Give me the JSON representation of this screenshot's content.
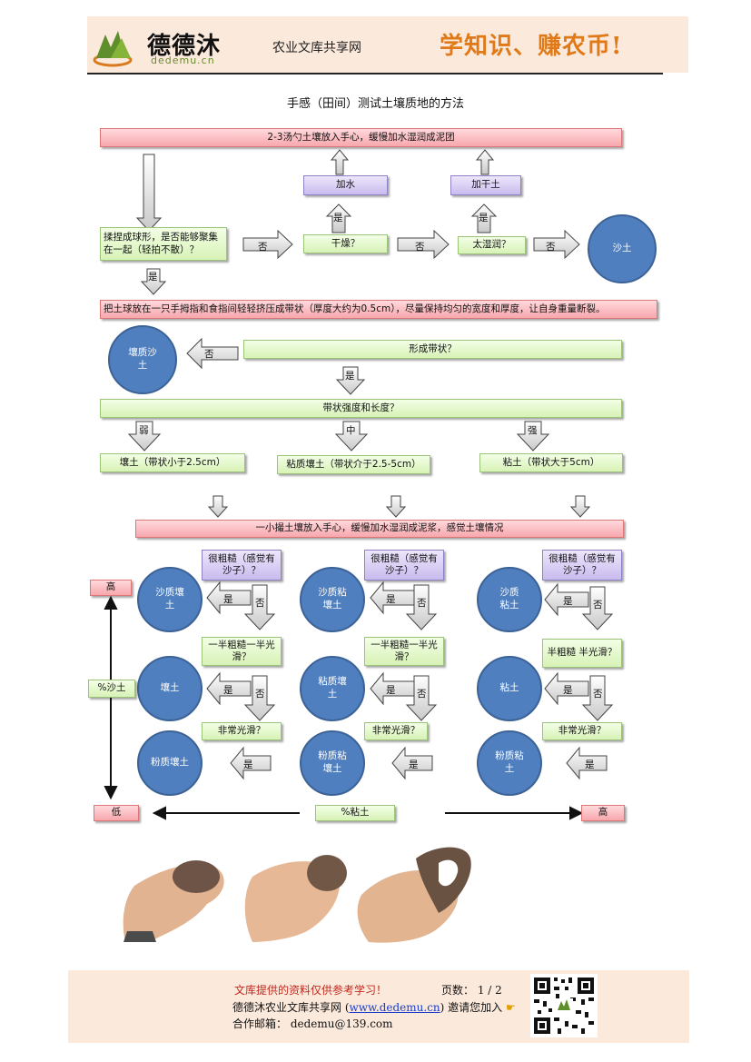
{
  "header": {
    "logo_text": "德德沐",
    "logo_sub": "dedemu.cn",
    "site_name": "农业文库共享网",
    "slogan": "学知识、赚农币!"
  },
  "title": "手感（田间）测试土壤质地的方法",
  "flow": {
    "step1": "2-3汤勺土壤放入手心，缓慢加水湿润成泥团",
    "add_water": "加水",
    "add_soil": "加干土",
    "ball_question": "揉捏成球形，是否能够聚集在一起（轻拍不散）？",
    "too_dry": "干燥？",
    "too_wet": "太湿润？",
    "sand": "沙土",
    "step2": "把土球放在一只手拇指和食指间轻轻挤压成带状（厚度大约为0.5cm），尽量保持均匀的宽度和厚度，让自身重量断裂。",
    "loamy_sand": "壤质沙土",
    "ribbon_question": "形成带状？",
    "ribbon_strength": "带状强度和长度？",
    "weak": "弱",
    "medium": "中",
    "strong": "强",
    "loam_short": "壤土（带状小于2.5cm）",
    "clay_loam_mid": "粘质壤土（带状介于2.5-5cm）",
    "clay_long": "粘土（带状大于5cm）",
    "step3": "一小撮土壤放入手心，缓慢加水湿润成泥浆，感觉土壤情况",
    "gritty_q": "很粗糙（感觉有沙子）？",
    "half_q": "一半粗糙一半光滑？",
    "half_q3": "半粗糙 半光滑？",
    "smooth_q": "非常光滑？",
    "col1": [
      "沙质壤土",
      "壤土",
      "粉质壤土"
    ],
    "col2": [
      "沙质粘壤土",
      "粘质壤土",
      "粉质粘壤土"
    ],
    "col3": [
      "沙质粘土",
      "粘土",
      "粉质粘土"
    ],
    "yes": "是",
    "no": "否",
    "high": "高",
    "low": "低",
    "sand_pct": "%沙土",
    "clay_pct": "%粘土"
  },
  "footer": {
    "disclaimer": "文库提供的资料仅供参考学习！",
    "pages": "页数： 1 / 2",
    "site": "德德沐农业文库共享网",
    "url": "www.dedemu.cn",
    "invite": "邀请您加入",
    "email": "合作邮箱： dedemu@139.com"
  },
  "colors": {
    "pink_box": "#f7a7ad",
    "green_box": "#d7f2b6",
    "purple_box": "#c9bbee",
    "circle": "#4f7fbf",
    "slogan": "#e07a18",
    "header_bg": "#fbe9dc"
  }
}
